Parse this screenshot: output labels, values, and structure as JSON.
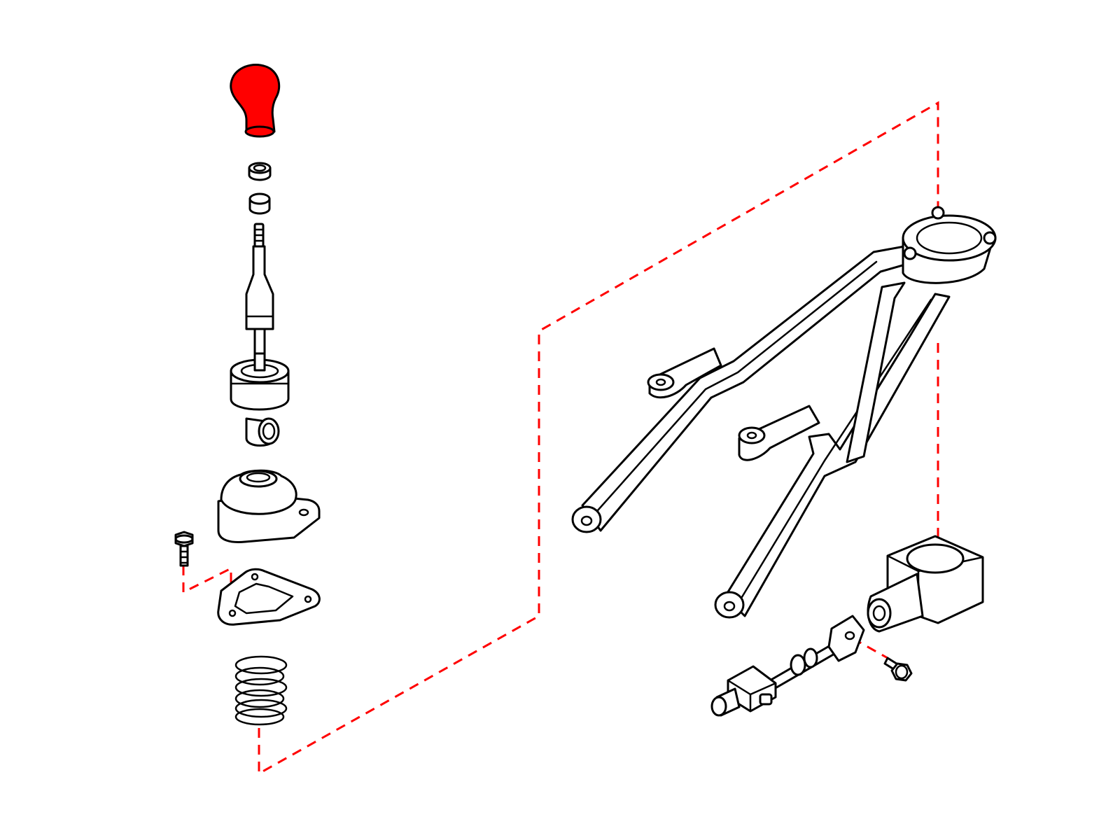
{
  "colors": {
    "background": "#ffffff",
    "outline": "#000000",
    "highlight": "#ff0000",
    "leader": "#ff0000"
  },
  "parts": [
    {
      "id": "shift-knob",
      "highlighted": true
    },
    {
      "id": "bushing-ring"
    },
    {
      "id": "bushing-sleeve"
    },
    {
      "id": "shift-lever"
    },
    {
      "id": "lever-pivot-ball"
    },
    {
      "id": "boot-housing"
    },
    {
      "id": "mounting-bolt-left"
    },
    {
      "id": "gasket-plate"
    },
    {
      "id": "return-spring"
    },
    {
      "id": "shifter-bracket-frame"
    },
    {
      "id": "rubber-mount-block"
    },
    {
      "id": "shift-linkage-rod"
    },
    {
      "id": "mounting-bolt-right"
    }
  ],
  "leader_lines": [
    {
      "from": "mounting-bolt-left",
      "to": "gasket-plate"
    },
    {
      "from": "return-spring",
      "to": "shifter-bracket-frame"
    },
    {
      "from": "shifter-bracket-frame",
      "to": "rubber-mount-block"
    },
    {
      "from": "shift-linkage-rod",
      "to": "mounting-bolt-right"
    }
  ]
}
